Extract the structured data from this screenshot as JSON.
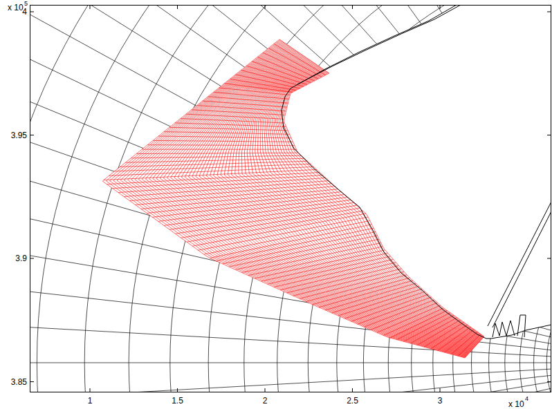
{
  "diagram": {
    "labels": [
      "4",
      "3.95",
      "3.9",
      "3.85",
      "1",
      "1.5",
      "2",
      "2.5",
      "3",
      "x 10",
      "5",
      "x 10",
      "4"
    ]
  }
}
